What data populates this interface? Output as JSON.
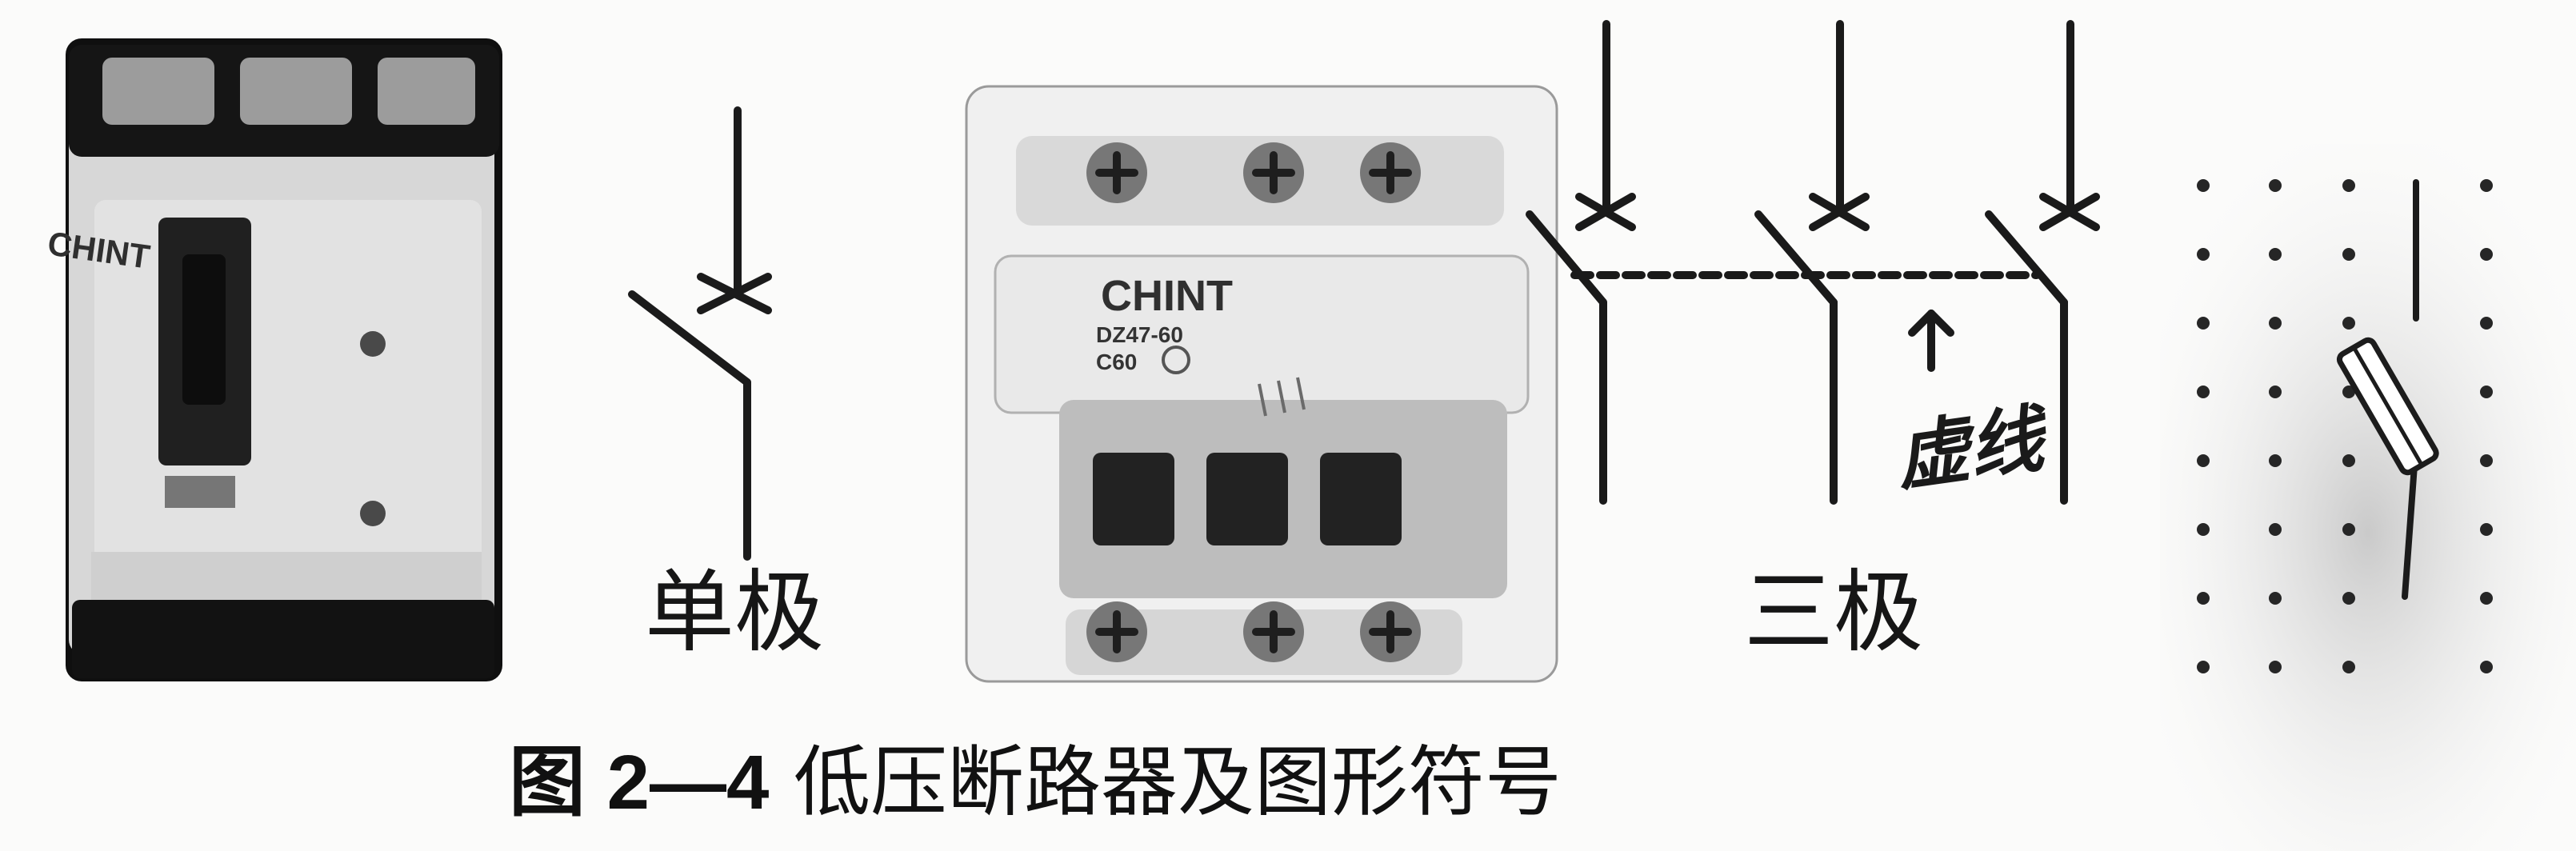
{
  "figure": {
    "caption_number": "图 2—4",
    "caption_text": "低压断路器及图形符号"
  },
  "symbols": {
    "single_pole_label": "单极",
    "three_pole_label": "三极",
    "dashed_link_note": "虚线"
  },
  "photos": {
    "large_breaker_brand": "CHINT",
    "mini_breaker_brand": "CHINT",
    "mini_breaker_model": "DZ47-60",
    "mini_breaker_rating": "C60"
  }
}
